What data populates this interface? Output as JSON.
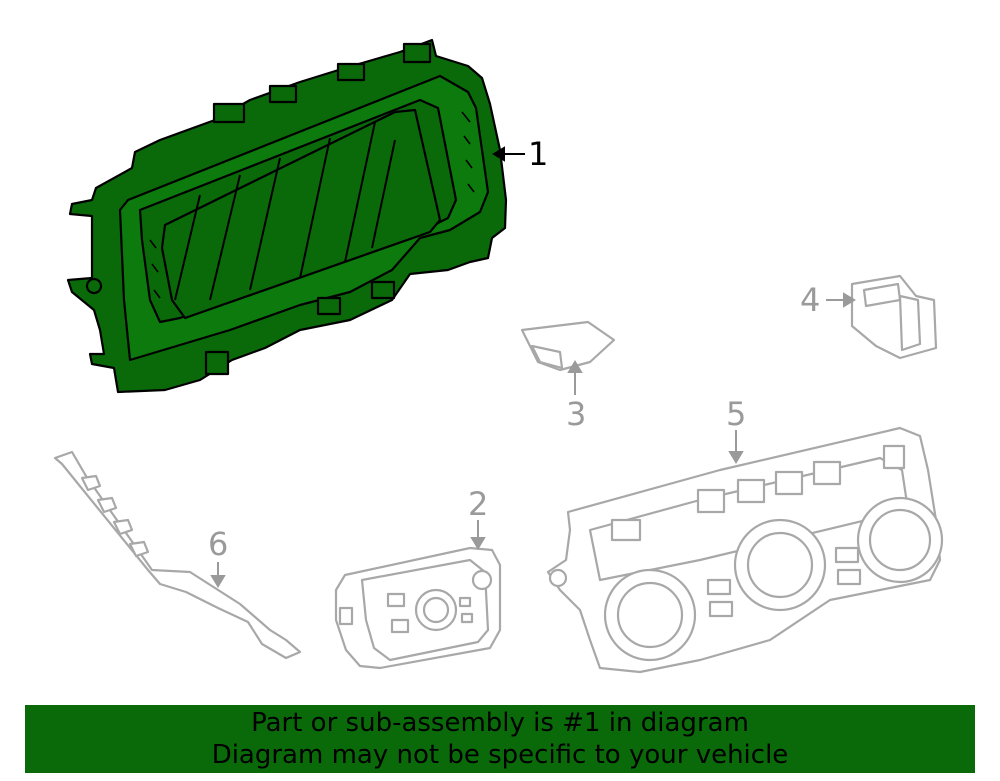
{
  "colors": {
    "highlight_fill": "#0a6a0a",
    "outline_dark": "#000000",
    "outline_dim": "#a8a8a8",
    "banner_bg": "#0a6a0a"
  },
  "callouts": [
    {
      "id": "1",
      "label": "1"
    },
    {
      "id": "2",
      "label": "2"
    },
    {
      "id": "3",
      "label": "3"
    },
    {
      "id": "4",
      "label": "4"
    },
    {
      "id": "5",
      "label": "5"
    },
    {
      "id": "6",
      "label": "6"
    }
  ],
  "banner": {
    "line1": "Part or sub-assembly is #1 in diagram",
    "line2": "Diagram may not be specific to your vehicle"
  }
}
